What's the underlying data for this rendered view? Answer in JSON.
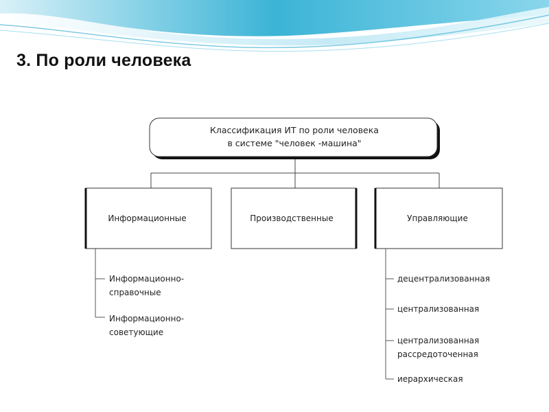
{
  "slide": {
    "title": "3. По роли человека"
  },
  "diagram": {
    "root": {
      "line1": "Классификация  ИТ  по роли человека",
      "line2": "в системе \"человек  -машина\""
    },
    "categories": [
      {
        "label": "Информационные",
        "children": [
          "Информационно-",
          "справочные",
          "Информационно-",
          "советующие"
        ]
      },
      {
        "label": "Производственные",
        "children": []
      },
      {
        "label": "Управляющие",
        "children": [
          "децентрализованная",
          "централизованная",
          "централизованная",
          "рассредоточенная",
          "иерархическая"
        ]
      }
    ]
  },
  "colors": {
    "wave_dark": "#1fa3c8",
    "wave_light": "#9fdcee",
    "line": "#333333",
    "shadow": "#111111"
  }
}
